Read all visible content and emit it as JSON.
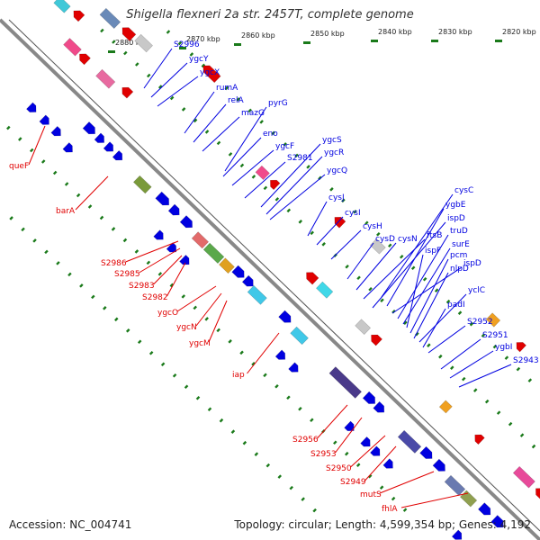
{
  "title": "Shigella flexneri 2a str. 2457T, complete genome",
  "footer": {
    "accession": "Accession: NC_004741",
    "summary": "Topology: circular; Length: 4,599,354 bp; Genes: 4,192"
  },
  "colors": {
    "backbone": "#888888",
    "forward_strand": "#0000e0",
    "reverse_strand": "#e00000",
    "ticks": "#1a7a1a"
  },
  "kbp_ticks": [
    {
      "label": "2880 kbp"
    },
    {
      "label": "2870 kbp"
    },
    {
      "label": "2860 kbp"
    },
    {
      "label": "2850 kbp"
    },
    {
      "label": "2840 kbp"
    },
    {
      "label": "2830 kbp"
    },
    {
      "label": "2820 kbp"
    }
  ],
  "forward_gene_labels": [
    "S2996",
    "ygcY",
    "ygcX",
    "rumA",
    "relA",
    "mazG",
    "pyrG",
    "eno",
    "ygcF",
    "S2981",
    "ygcS",
    "ygcR",
    "ygcQ",
    "cysJ",
    "cysI",
    "cysH",
    "cysD",
    "cysN",
    "ftsB",
    "ispD",
    "cysC",
    "ygbE",
    "ispD",
    "truD",
    "surE",
    "ispF",
    "pcm",
    "nlpD",
    "yclC",
    "padI",
    "S2952",
    "S2951",
    "ygbI",
    "S2943"
  ],
  "reverse_gene_labels": [
    "queF",
    "barA",
    "S2986",
    "S2985",
    "S2983",
    "S2982",
    "ygcO",
    "ygcN",
    "ygcM",
    "iap",
    "S2956",
    "S2953",
    "S2950",
    "S2949",
    "mutS",
    "fhlA"
  ]
}
